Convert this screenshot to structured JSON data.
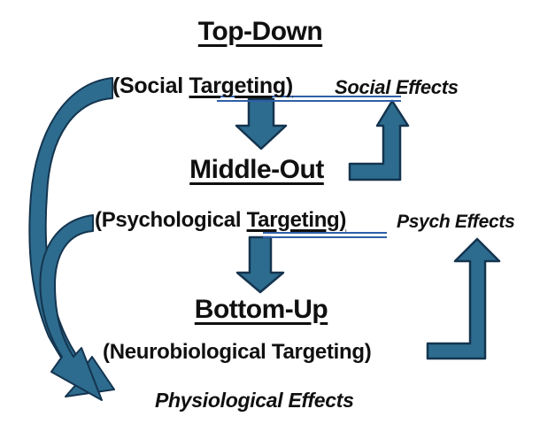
{
  "colors": {
    "background": "#ffffff",
    "text": "#101010",
    "arrow_fill": "#2D6C8E",
    "arrow_stroke": "#14344F",
    "grammar_underline": "#2E5FA8"
  },
  "levels": [
    {
      "title": "Top-Down",
      "targeting_prefix": "(Social ",
      "targeting_underlined": "Targeting)",
      "effects": "Social Effects"
    },
    {
      "title": "Middle-Out",
      "targeting_prefix": "(Psychological ",
      "targeting_underlined": "Targeting)",
      "effects": "Psych Effects"
    },
    {
      "title": "Bottom-Up",
      "targeting": "(Neurobiological Targeting)",
      "effects": "Physiological Effects"
    }
  ],
  "arrows": [
    {
      "name": "down-arrow-top-to-middle",
      "type": "block-down",
      "from": "Social Targeting",
      "to": "Middle-Out"
    },
    {
      "name": "down-arrow-middle-to-bottom",
      "type": "block-down",
      "from": "Psychological Targeting",
      "to": "Bottom-Up"
    },
    {
      "name": "elbow-arrow-middle-to-social-effects",
      "type": "bent-up",
      "from": "Middle-Out",
      "to": "Social Effects"
    },
    {
      "name": "elbow-arrow-bottom-to-psych-effects",
      "type": "bent-up",
      "from": "Neurobiological Targeting",
      "to": "Psych Effects"
    },
    {
      "name": "curved-arrow-social-to-physiological",
      "type": "curved-tapered",
      "from": "Social Targeting",
      "to": "Physiological Effects"
    },
    {
      "name": "curved-arrow-psychological-to-physiological",
      "type": "curved-tapered",
      "from": "Psychological Targeting",
      "to": "Physiological Effects"
    }
  ]
}
